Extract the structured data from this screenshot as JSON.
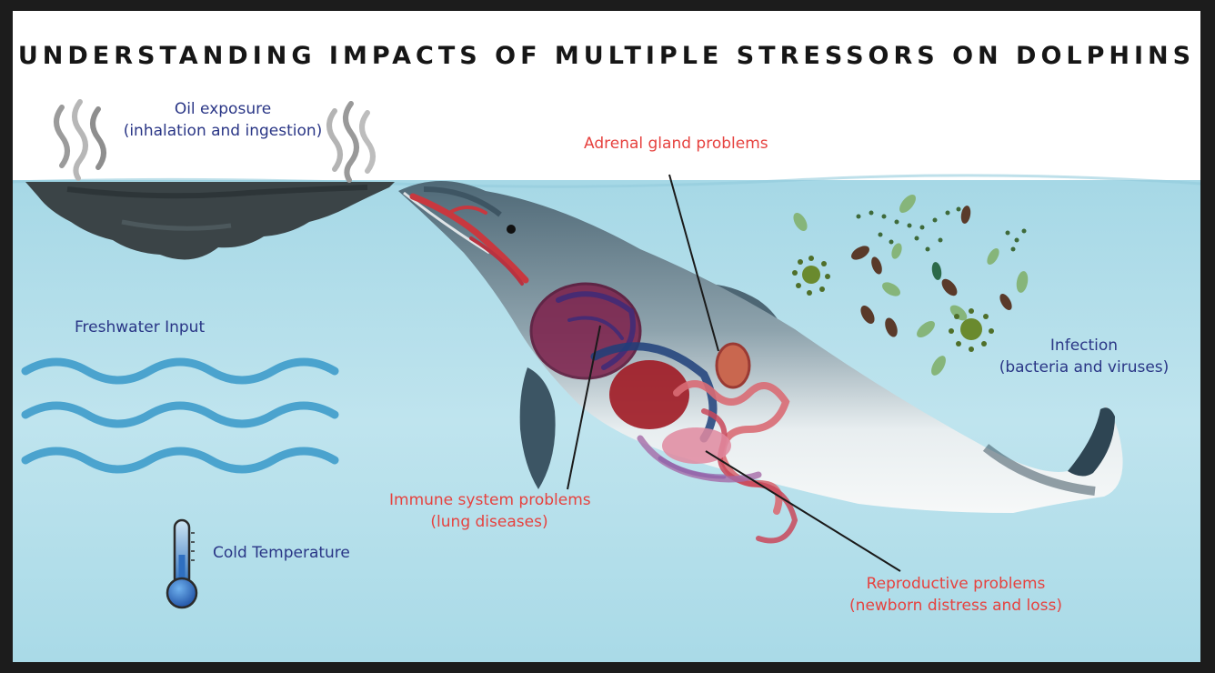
{
  "title": "UNDERSTANDING IMPACTS OF MULTIPLE STRESSORS ON DOLPHINS",
  "labels": {
    "oil_line1": "Oil exposure",
    "oil_line2": "(inhalation and ingestion)",
    "adrenal": "Adrenal gland problems",
    "freshwater": "Freshwater Input",
    "infection_line1": "Infection",
    "infection_line2": "(bacteria and viruses)",
    "immune_line1": "Immune system problems",
    "immune_line2": "(lung diseases)",
    "cold": "Cold Temperature",
    "repro_line1": "Reproductive problems",
    "repro_line2": "(newborn distress and loss)"
  },
  "colors": {
    "stressor_text": "#2a3686",
    "health_text": "#e6423f",
    "water": "#b7dfeb",
    "oil_slick": "#3b4447",
    "frame": "#1c1c1c"
  },
  "icons": [
    "oil-fume-icon",
    "oil-slick-icon",
    "freshwater-wave-icon",
    "thermometer-icon",
    "bacteria-cluster-icon",
    "virus-icon",
    "dolphin-illustration"
  ]
}
